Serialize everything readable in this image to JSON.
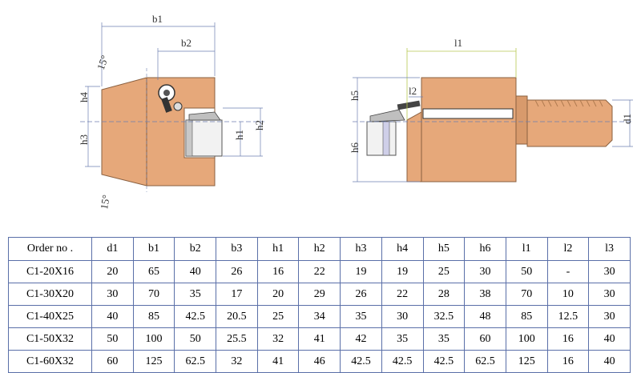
{
  "colors": {
    "body": "#e6a87a",
    "body_dark": "#c98a5e",
    "line": "#6d7fb0",
    "insert": "#d8d8d8",
    "highlight": "#b8c850"
  },
  "drawing": {
    "left_view": {
      "labels": {
        "b1": "b1",
        "b2": "b2",
        "h4": "h4",
        "h3": "h3",
        "h1": "h1",
        "h2": "h2",
        "angle_top": "15°",
        "angle_bottom": "15°"
      }
    },
    "right_view": {
      "labels": {
        "l1": "l1",
        "l2": "l2",
        "h5": "h5",
        "h6": "h6",
        "d1": "d1"
      }
    }
  },
  "table": {
    "headers": [
      "Order no .",
      "d1",
      "b1",
      "b2",
      "b3",
      "h1",
      "h2",
      "h3",
      "h4",
      "h5",
      "h6",
      "l1",
      "l2",
      "l3"
    ],
    "rows": [
      [
        "C1-20X16",
        "20",
        "65",
        "40",
        "26",
        "16",
        "22",
        "19",
        "19",
        "25",
        "30",
        "50",
        "-",
        "30"
      ],
      [
        "C1-30X20",
        "30",
        "70",
        "35",
        "17",
        "20",
        "29",
        "26",
        "22",
        "28",
        "38",
        "70",
        "10",
        "30"
      ],
      [
        "C1-40X25",
        "40",
        "85",
        "42.5",
        "20.5",
        "25",
        "34",
        "35",
        "30",
        "32.5",
        "48",
        "85",
        "12.5",
        "30"
      ],
      [
        "C1-50X32",
        "50",
        "100",
        "50",
        "25.5",
        "32",
        "41",
        "42",
        "35",
        "35",
        "60",
        "100",
        "16",
        "40"
      ],
      [
        "C1-60X32",
        "60",
        "125",
        "62.5",
        "32",
        "41",
        "46",
        "42.5",
        "42.5",
        "42.5",
        "62.5",
        "125",
        "16",
        "40"
      ]
    ]
  }
}
